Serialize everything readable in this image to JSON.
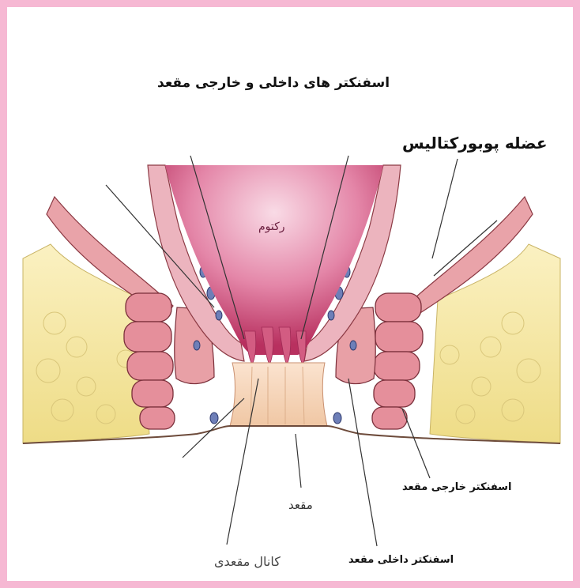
{
  "title": "اسفنکتر های داخلی و خارجی مقعد",
  "labels": {
    "puborectalis": "عضله پوبورکتالیس",
    "rectum": "رکتوم",
    "external_sphincter": "اسفنکتر خارجی مقعد",
    "anus": "مقعد",
    "anal_canal": "کانال مقعدی",
    "internal_sphincter": "اسفنکتر داخلی مقعد"
  },
  "colors": {
    "frame": "#f6b8d3",
    "fat": "#f3e6a0",
    "muscle": "#e58f9b",
    "mucosa": "#c9416e",
    "canal": "#f6d3b3"
  }
}
